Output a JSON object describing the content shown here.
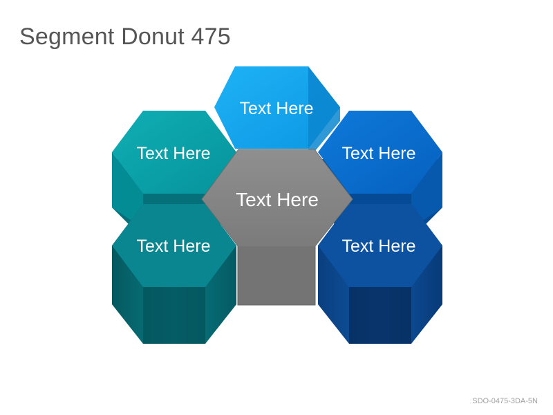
{
  "title": "Segment Donut 475",
  "code": "SDO-0475-3DA-5N",
  "segments": {
    "top": "Text Here",
    "upper_left": "Text Here",
    "upper_right": "Text Here",
    "center": "Text Here",
    "lower_left": "Text Here",
    "lower_right": "Text Here"
  },
  "colors": {
    "top": "#12a5ee",
    "upper_left": "#09a3ad",
    "upper_right": "#0a6fd0",
    "center": "#8a8a8a",
    "lower_left": "#056c77",
    "lower_right": "#0b4a92"
  }
}
